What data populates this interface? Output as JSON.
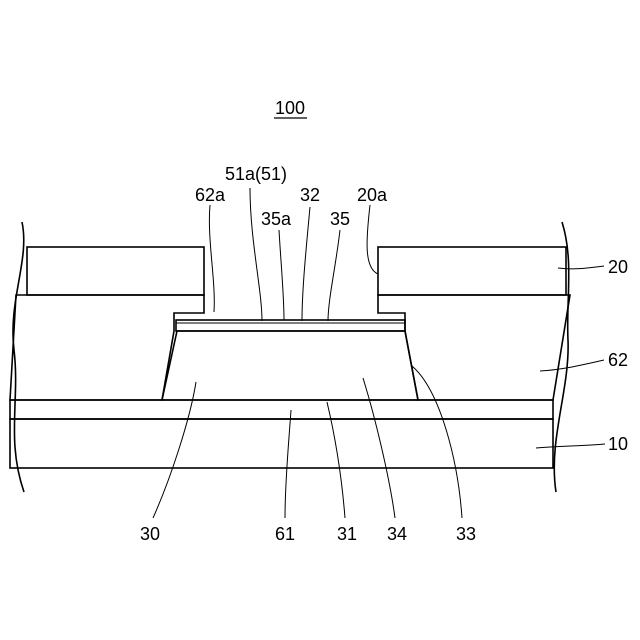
{
  "figure": {
    "ref_number": "100"
  },
  "labels": {
    "l_51a": "51a(51)",
    "l_62a": "62a",
    "l_32": "32",
    "l_20a": "20a",
    "l_35a": "35a",
    "l_35": "35",
    "l_20": "20",
    "l_62": "62",
    "l_10": "10",
    "l_30": "30",
    "l_61": "61",
    "l_31": "31",
    "l_34": "34",
    "l_33": "33"
  },
  "colors": {
    "stroke": "#000000",
    "background": "#ffffff"
  }
}
